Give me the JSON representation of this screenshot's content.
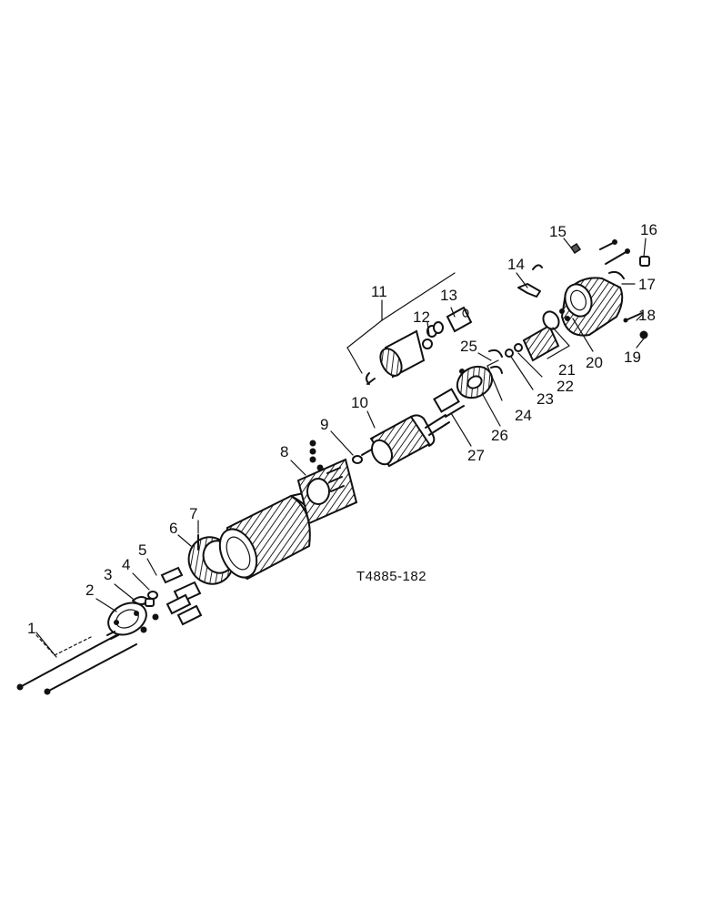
{
  "figure_ref": "T4885-182",
  "callouts": {
    "c1": "1",
    "c2": "2",
    "c3": "3",
    "c4": "4",
    "c5": "5",
    "c6": "6",
    "c7": "7",
    "c8": "8",
    "c9": "9",
    "c10": "10",
    "c11": "11",
    "c12": "12",
    "c13": "13",
    "c14": "14",
    "c15": "15",
    "c16": "16",
    "c17": "17",
    "c18": "18",
    "c19": "19",
    "c20": "20",
    "c21": "21",
    "c22": "22",
    "c23": "23",
    "c24": "24",
    "c25": "25",
    "c26": "26",
    "c27": "27"
  }
}
